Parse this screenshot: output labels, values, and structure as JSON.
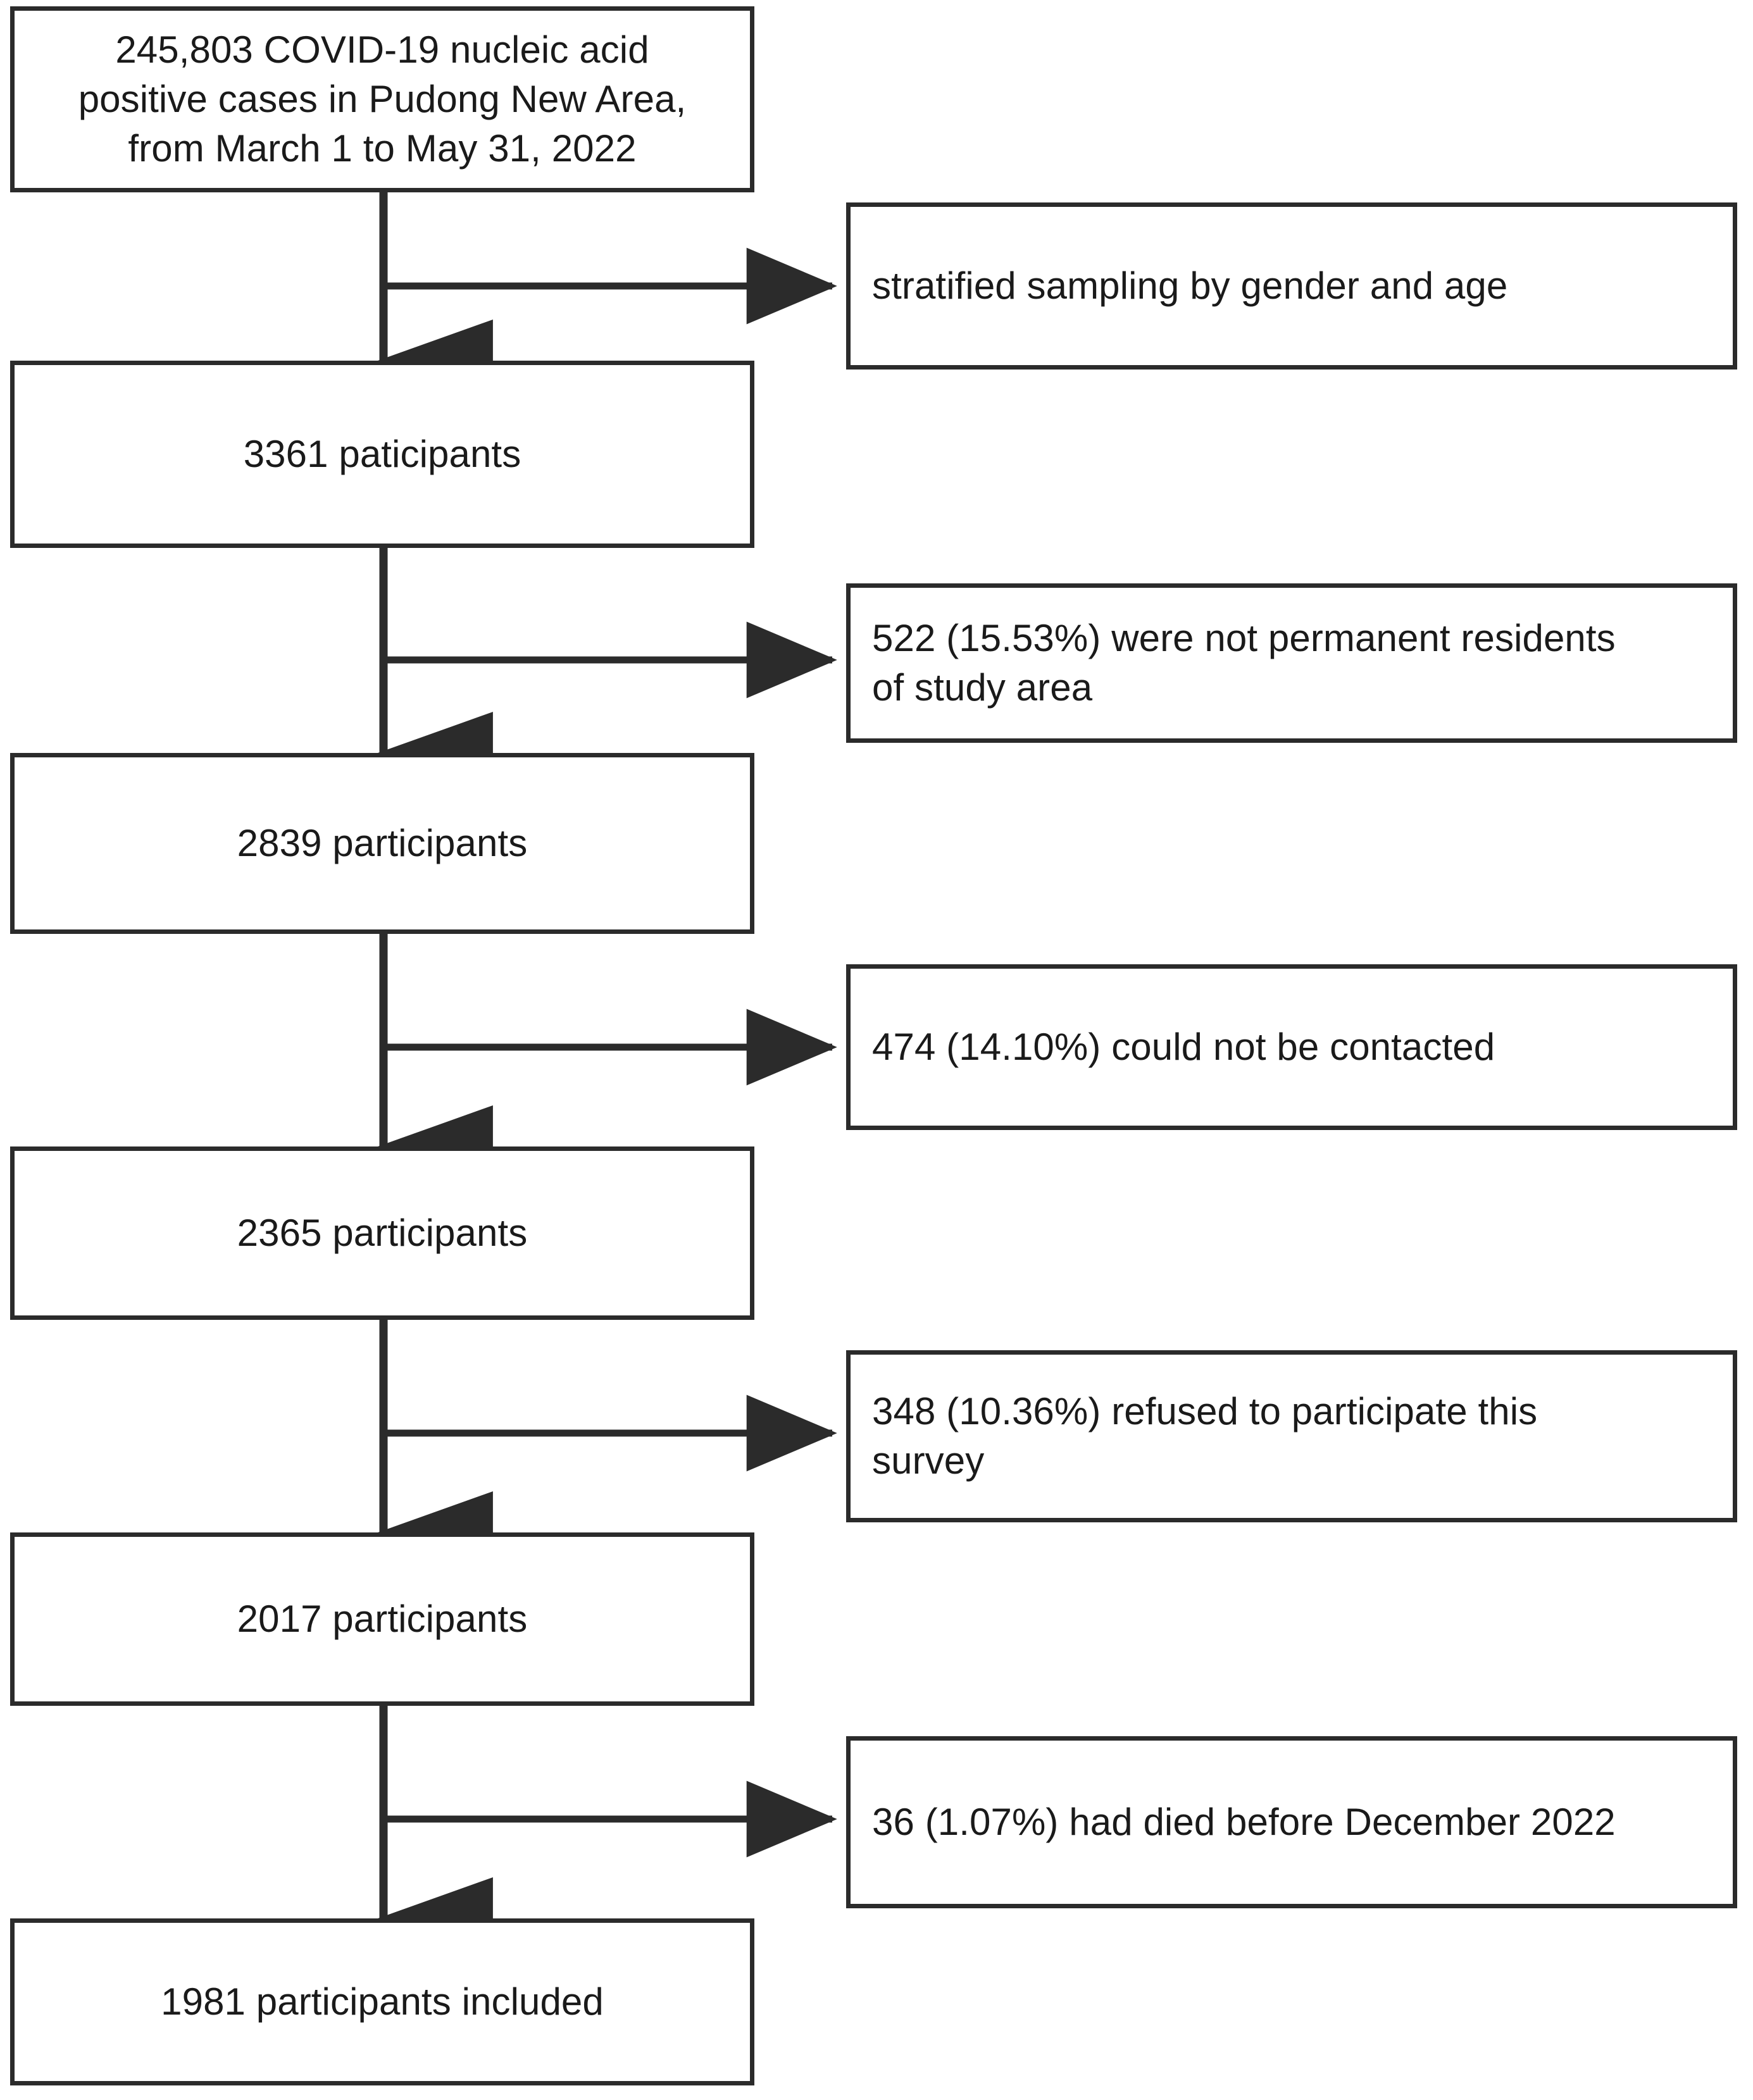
{
  "figure": {
    "type": "participant-flow-diagram",
    "background_color": "#ffffff",
    "line_color": "#2b2b2b",
    "text_color": "#1a1a1a"
  },
  "main_boxes": [
    {
      "id": "source-population",
      "text": "245,803 COVID-19 nucleic acid\npositive cases in Pudong New Area,\nfrom March 1 to May 31, 2022",
      "count": 245803
    },
    {
      "id": "sampled-participants",
      "text": "3361 paticipants",
      "count": 3361
    },
    {
      "id": "permanent-residents",
      "text": "2839 participants",
      "count": 2839
    },
    {
      "id": "contacted-participants",
      "text": "2365 participants",
      "count": 2365
    },
    {
      "id": "consenting-participants",
      "text": "2017 participants",
      "count": 2017
    },
    {
      "id": "final-included",
      "text": "1981 participants included",
      "count": 1981
    }
  ],
  "side_boxes": [
    {
      "id": "sampling-method",
      "text": "stratified sampling by gender and age",
      "excluded": null,
      "percent": null
    },
    {
      "id": "not-permanent-residents",
      "text": "522 (15.53%) were not permanent residents\nof study area",
      "excluded": 522,
      "percent": "15.53%"
    },
    {
      "id": "not-contacted",
      "text": "474 (14.10%) could not be contacted",
      "excluded": 474,
      "percent": "14.10%"
    },
    {
      "id": "refused-participation",
      "text": "348 (10.36%) refused to participate this\nsurvey",
      "excluded": 348,
      "percent": "10.36%"
    },
    {
      "id": "died-before-december",
      "text": "36 (1.07%) had died before December 2022",
      "excluded": 36,
      "percent": "1.07%"
    }
  ]
}
